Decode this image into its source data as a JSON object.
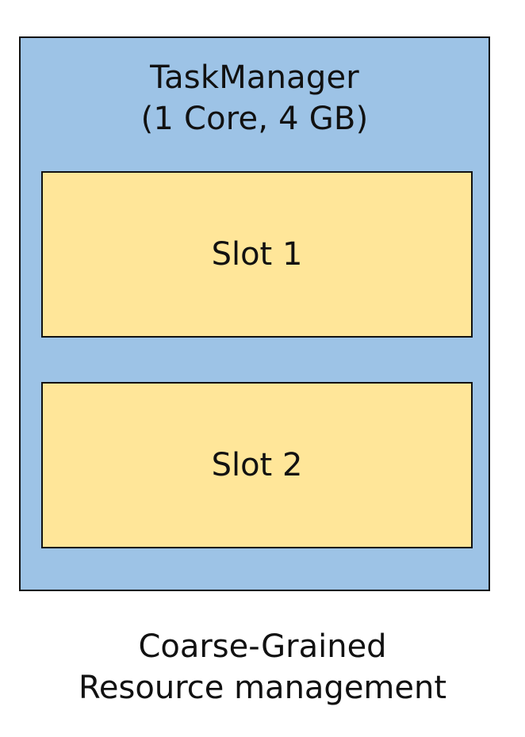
{
  "taskmanager": {
    "title_line1": "TaskManager",
    "title_line2": "(1 Core, 4 GB)",
    "slots": [
      {
        "label": "Slot 1"
      },
      {
        "label": "Slot 2"
      }
    ]
  },
  "caption": {
    "line1": "Coarse-Grained",
    "line2": "Resource management"
  },
  "colors": {
    "taskmanager_fill": "#9dc3e6",
    "slot_fill": "#ffe699",
    "border": "#111111"
  }
}
